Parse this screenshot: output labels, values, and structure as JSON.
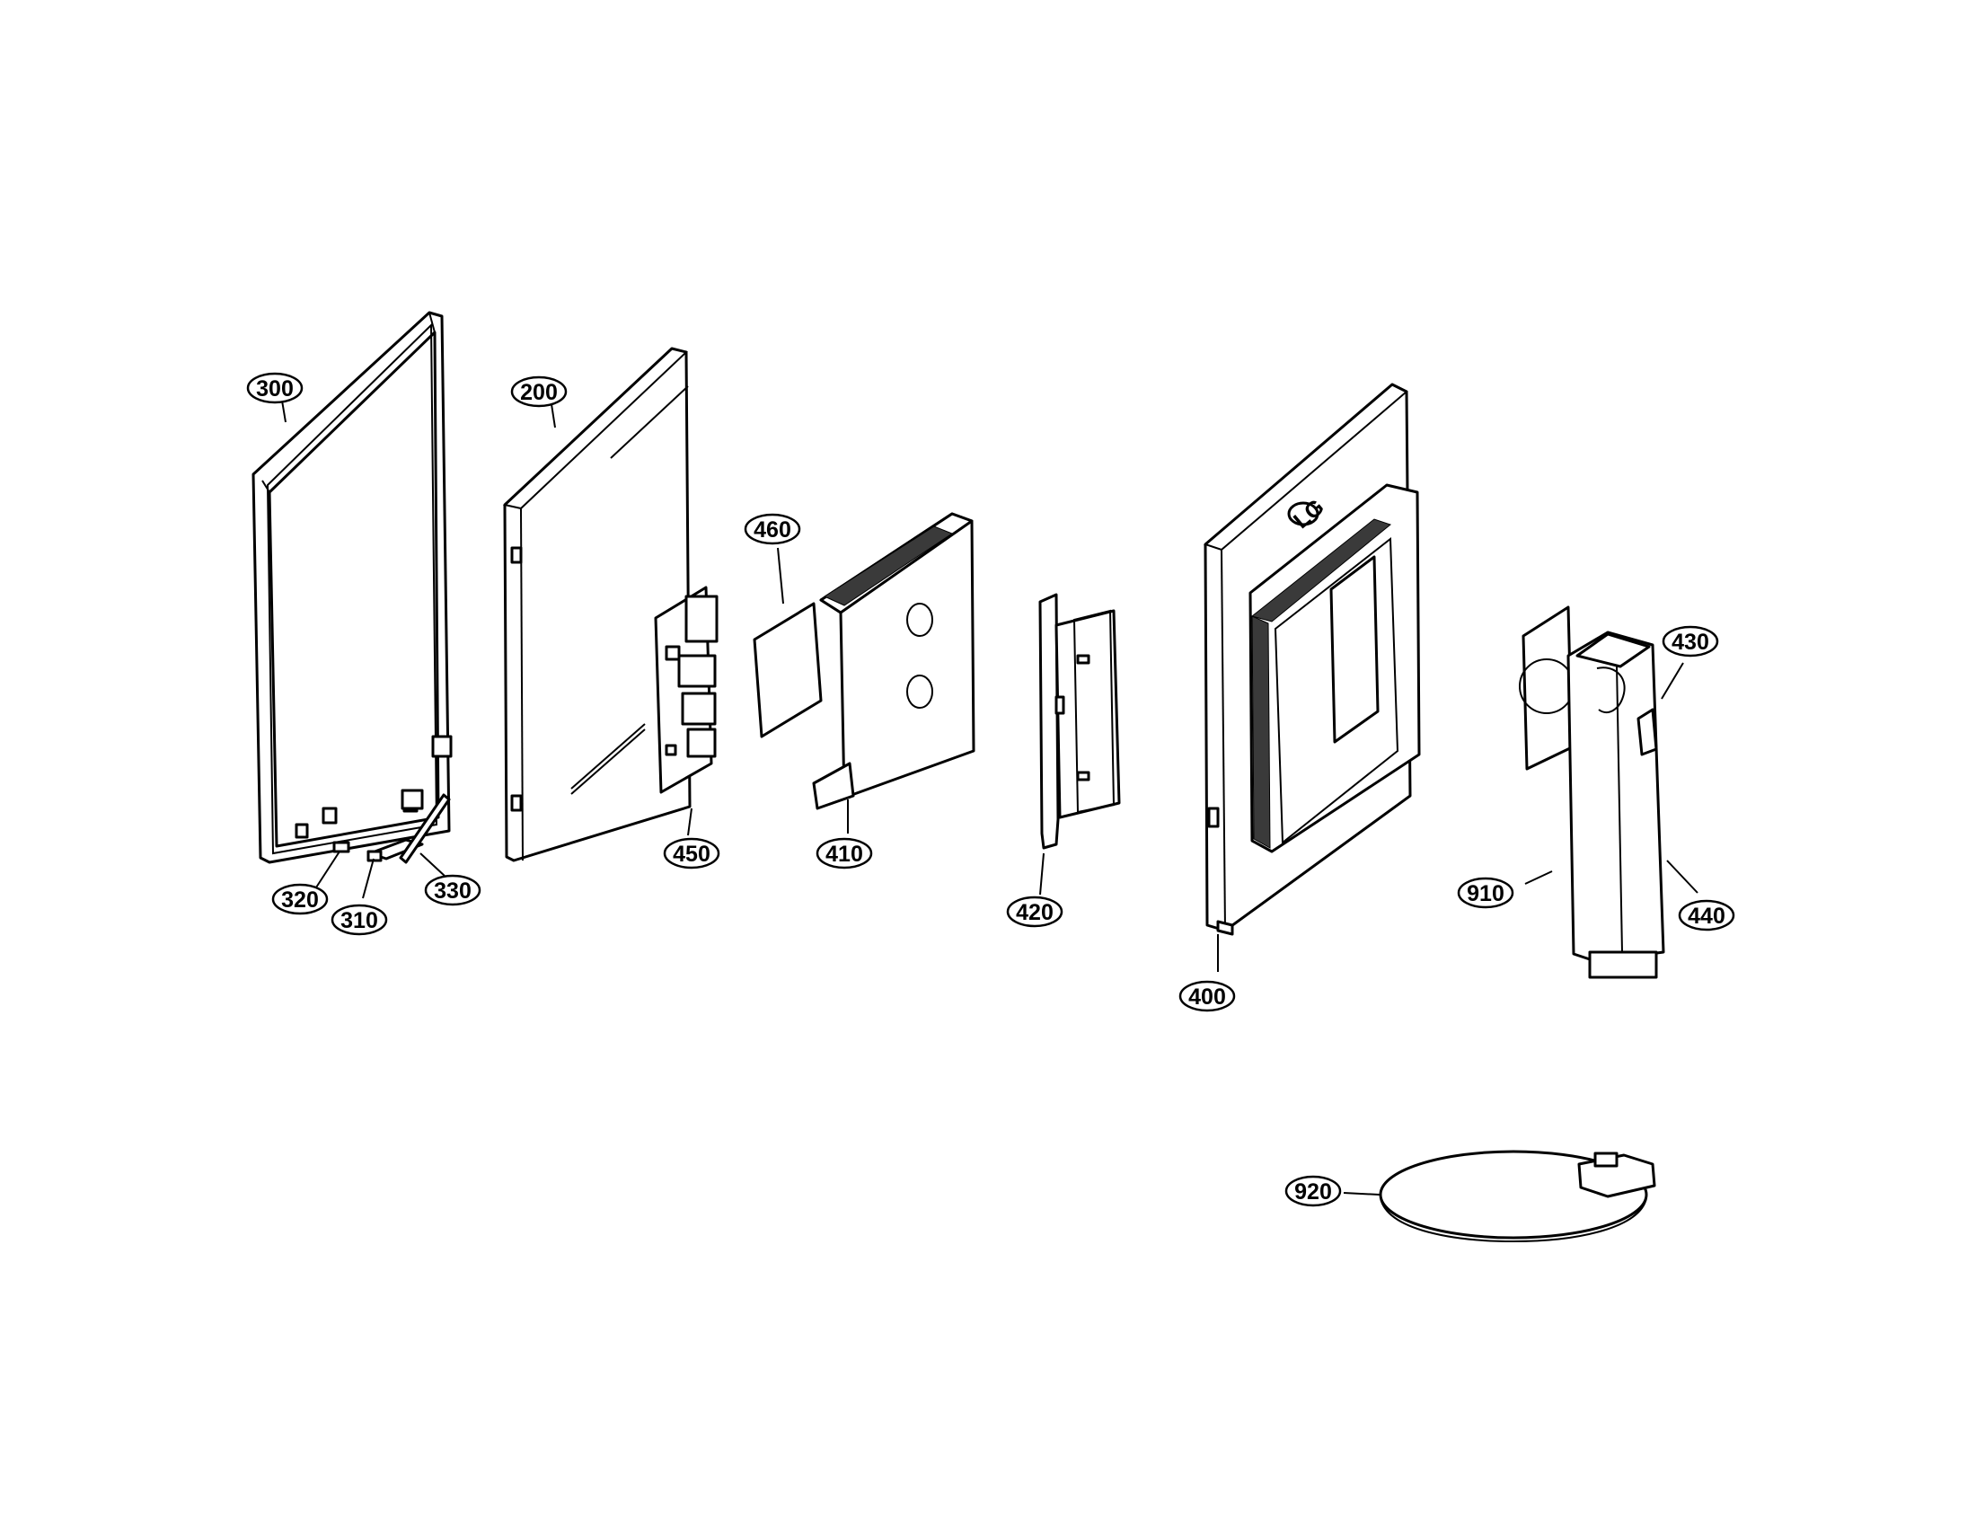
{
  "logo_text": "LG",
  "callouts": [
    {
      "id": "300",
      "label": "300"
    },
    {
      "id": "200",
      "label": "200"
    },
    {
      "id": "460",
      "label": "460"
    },
    {
      "id": "450",
      "label": "450"
    },
    {
      "id": "410",
      "label": "410"
    },
    {
      "id": "420",
      "label": "420"
    },
    {
      "id": "400",
      "label": "400"
    },
    {
      "id": "430",
      "label": "430"
    },
    {
      "id": "910",
      "label": "910"
    },
    {
      "id": "440",
      "label": "440"
    },
    {
      "id": "320",
      "label": "320"
    },
    {
      "id": "310",
      "label": "310"
    },
    {
      "id": "330",
      "label": "330"
    },
    {
      "id": "920",
      "label": "920"
    }
  ]
}
